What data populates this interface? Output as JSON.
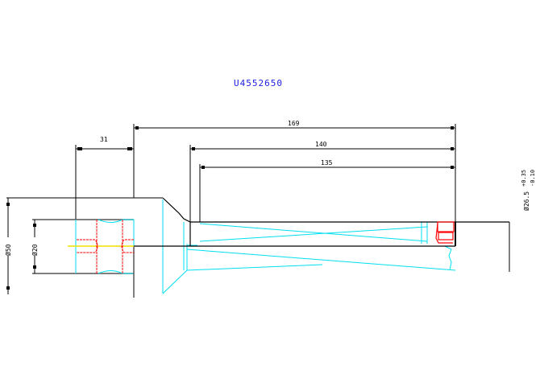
{
  "drawing": {
    "part_number": "U4552650",
    "dimensions": {
      "overall_length": "169",
      "shank_length": "31",
      "body_length": "140",
      "flute_length": "135",
      "flange_diameter": "Ø50",
      "shank_diameter": "Ø20",
      "drill_diameter": "Ø26.5",
      "drill_tol_upper": "+0.35",
      "drill_tol_lower": "-0.10"
    },
    "colors": {
      "outline": "#000000",
      "hidden": "#00e0f0",
      "insert": "#ff0000",
      "centerline": "#f0e000",
      "title": "#2020e0"
    }
  }
}
